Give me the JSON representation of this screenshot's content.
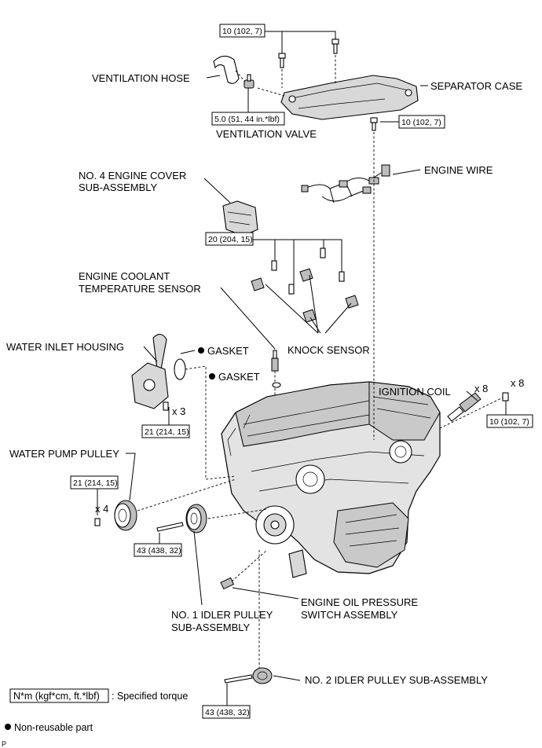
{
  "torque_specs": {
    "t_top": "10 (102, 7)",
    "t_valve": "5.0 (51, 44 in.*lbf)",
    "t_sep_right": "10 (102, 7)",
    "t_knock": "20 (204, 15)",
    "t_inlet": "21 (214, 15)",
    "t_ign": "10 (102, 7)",
    "t_pump": "21 (214, 15)",
    "t_idler1": "43 (438, 32)",
    "t_idler2": "43 (438, 32)"
  },
  "labels": {
    "ventilation_hose": "VENTILATION HOSE",
    "separator_case": "SEPARATOR CASE",
    "ventilation_valve": "VENTILATION VALVE",
    "engine_cover_1": "NO. 4 ENGINE COVER",
    "engine_cover_2": "SUB-ASSEMBLY",
    "engine_wire": "ENGINE WIRE",
    "coolant_1": "ENGINE COOLANT",
    "coolant_2": "TEMPERATURE SENSOR",
    "water_inlet": "WATER INLET HOUSING",
    "gasket_1": "GASKET",
    "gasket_2": "GASKET",
    "knock_sensor": "KNOCK SENSOR",
    "ignition_coil": "IGNITION COIL",
    "water_pump": "WATER PUMP PULLEY",
    "oil_switch_1": "ENGINE OIL PRESSURE",
    "oil_switch_2": "SWITCH ASSEMBLY",
    "idler1_1": "NO. 1 IDLER PULLEY",
    "idler1_2": "SUB-ASSEMBLY",
    "idler2": "NO. 2 IDLER PULLEY SUB-ASSEMBLY"
  },
  "quantities": {
    "inlet_bolts": "x 3",
    "coil_count": "x 8",
    "coil_bolts": "x 8",
    "pump_bolts": "x 4"
  },
  "legend": {
    "torque_unit": "N*m (kgf*cm, ft.*lbf)",
    "torque_text": ": Specified torque",
    "nonreusable_text": "Non-reusable part"
  },
  "corner_mark": "P"
}
